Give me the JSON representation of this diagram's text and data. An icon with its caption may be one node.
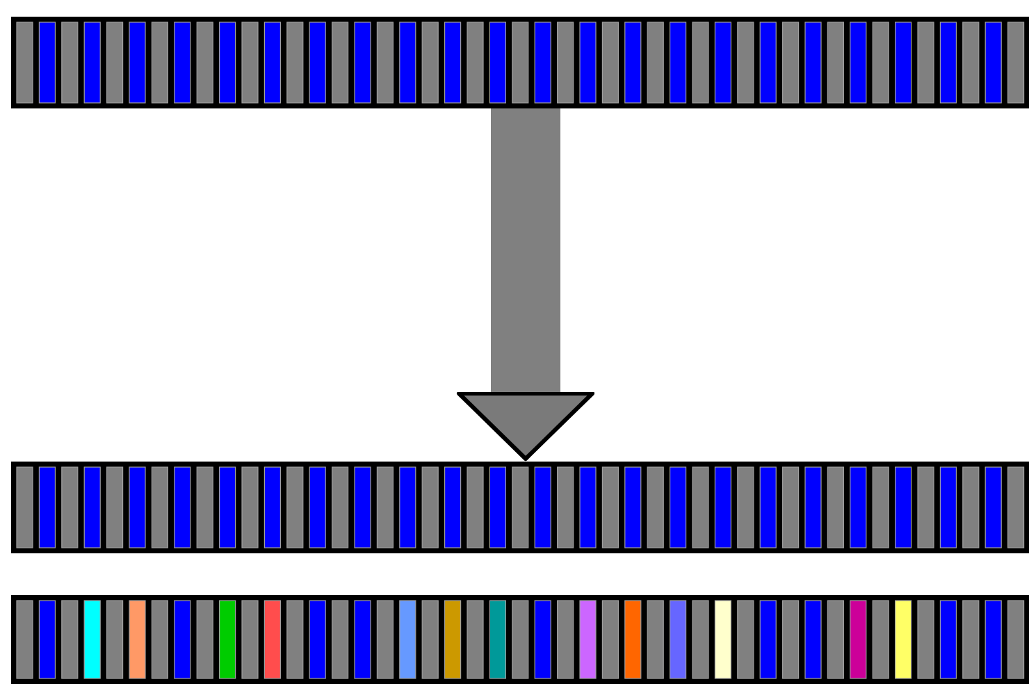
{
  "diagram": {
    "nodes": [
      {
        "text": [],
        "shape": "bar"
      },
      {
        "text": [],
        "shape": "bar"
      },
      {
        "text": [],
        "shape": "bar"
      }
    ],
    "edges": [
      {
        "from": 0,
        "to": 1,
        "arrow": "to"
      }
    ]
  }
}
